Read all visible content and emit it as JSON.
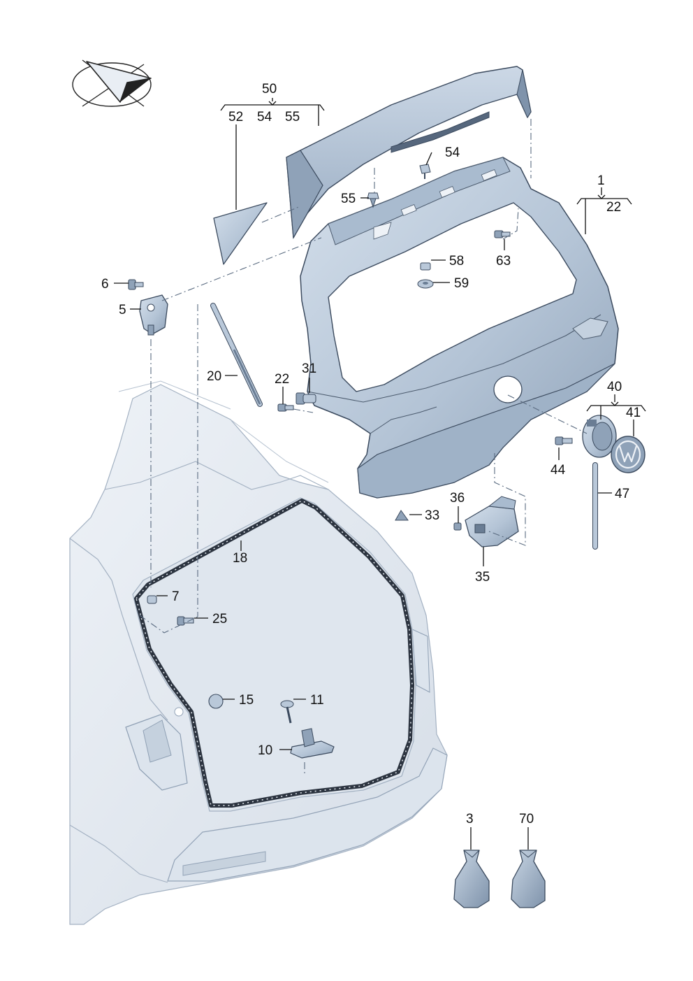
{
  "colors": {
    "part_fill": "#b9c8d9",
    "part_shadow": "#8fa2b8",
    "part_dark": "#6a7d94",
    "body_fill": "#e3e9f0",
    "body_line": "#a3b1c2",
    "seal": "#2c3440",
    "label": "#111111"
  },
  "icons": [
    "direction-arrow-icon"
  ],
  "labels": {
    "p1": "1",
    "p3": "3",
    "p5": "5",
    "p6": "6",
    "p7": "7",
    "p10": "10",
    "p11": "11",
    "p15": "15",
    "p18": "18",
    "p20": "20",
    "p22a": "22",
    "p22b": "22",
    "p25": "25",
    "p31": "31",
    "p33": "33",
    "p35": "35",
    "p36": "36",
    "p40": "40",
    "p41": "41",
    "p44": "44",
    "p47": "47",
    "p50": "50",
    "p52": "52",
    "p54a": "54",
    "p54b": "54",
    "p55a": "55",
    "p55b": "55",
    "p58": "58",
    "p59": "59",
    "p63": "63",
    "p70": "70"
  }
}
